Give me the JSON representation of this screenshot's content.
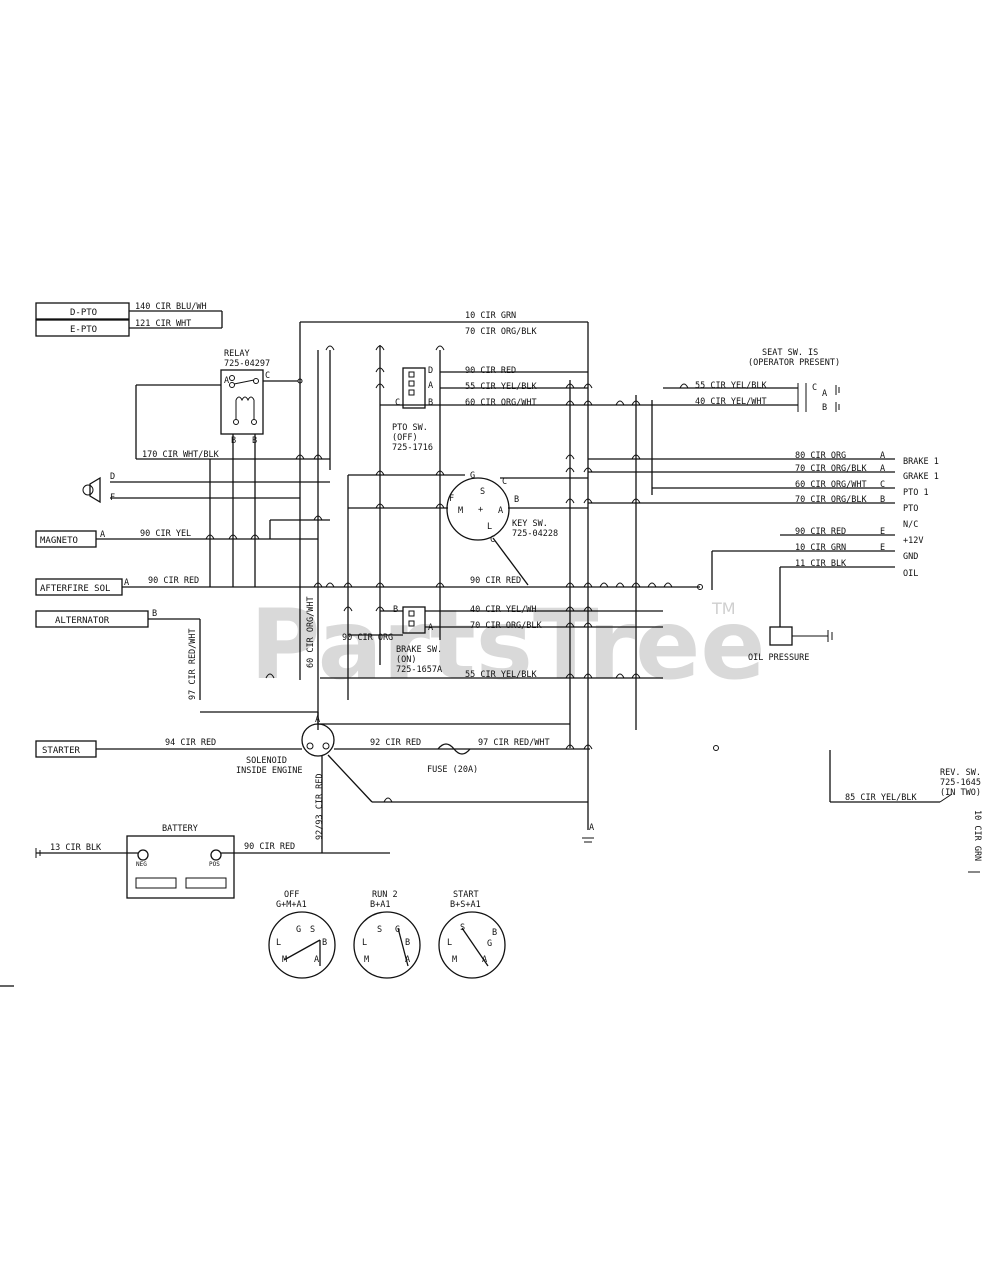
{
  "boxes": {
    "d_pto": "D-PTO",
    "e_pto": "E-PTO",
    "magneto": "MAGNETO",
    "afterfire": "AFTERFIRE SOL",
    "alternator": "ALTERNATOR",
    "starter": "STARTER"
  },
  "relay": {
    "title": "RELAY",
    "part": "725-04297",
    "pins": {
      "a": "A",
      "c": "C",
      "b1": "B",
      "b2": "B"
    }
  },
  "pto_switch": {
    "title": "PTO SW.",
    "sub": "(OFF)",
    "part": "725-1716",
    "pins": {
      "d": "D",
      "a": "A",
      "c": "C",
      "b": "B"
    }
  },
  "brake_switch": {
    "title": "BRAKE SW.",
    "sub": "(ON)",
    "part": "725-1657A",
    "pins": {
      "b": "B",
      "a": "A"
    }
  },
  "key_switch": {
    "title": "KEY SW.",
    "part": "725-04228",
    "pins": {
      "g": "G",
      "s": "S",
      "c": "C",
      "f": "F",
      "m": "M",
      "plus": "+",
      "b": "B",
      "a": "A",
      "l": "L",
      "c2": "C"
    }
  },
  "seat_switch": {
    "title": "SEAT SW. IS",
    "sub": "(OPERATOR PRESENT)",
    "pins": {
      "c": "C",
      "a": "A",
      "b": "B"
    }
  },
  "solenoid": {
    "title": "SOLENOID",
    "sub": "INSIDE ENGINE",
    "pin": "A"
  },
  "fuse": "FUSE (20A)",
  "battery": {
    "title": "BATTERY",
    "neg": "NEG",
    "pos": "POS"
  },
  "oil": "OIL PRESSURE",
  "reverse": {
    "title": "REV. SW.",
    "part": "725-1645",
    "sub": "(IN TWO)"
  },
  "wires": {
    "w140": "140 CIR BLU/WH",
    "w121": "121 CIR WHT",
    "w10grn": "10 CIR GRN",
    "w70ob": "70 CIR ORG/BLK",
    "w90red_top": "90 CIR RED",
    "w55yb_top": "55 CIR YEL/BLK",
    "w60ow": "60 CIR ORG/WHT",
    "w170": "170 CIR WHT/BLK",
    "w55ybseat": "55 CIR YEL/BLK",
    "w40yw_seat": "40 CIR YEL/WHT",
    "w80org": "80 CIR ORG",
    "w70obr": "70 CIR ORG/BLK",
    "w60ow_r": "60 CIR ORG/WHT",
    "w70ob_r2": "70 CIR ORG/BLK",
    "w90yel": "90 CIR YEL",
    "w90red_as": "90 CIR RED",
    "w90red_mid": "90 CIR RED",
    "w90red_r": "90 CIR RED",
    "w10grn_r": "10 CIR GRN",
    "w11blk": "11 CIR BLK",
    "w40yw_mid": "40 CIR YEL/WH",
    "w70ob_mid": "70 CIR ORG/BLK",
    "w90org": "90 CIR ORG",
    "w55yb_mid": "55 CIR YEL/BLK",
    "w60ow_vert": "60 CIR ORG/WHT",
    "w97rw_vert": "97 CIR RED/WHT",
    "w94red": "94 CIR RED",
    "w92red": "92 CIR RED",
    "w97rw": "97 CIR RED/WHT",
    "w92_93red": "92/93 CIR RED",
    "w13blk": "13 CIR BLK",
    "w90red_bat": "90 CIR RED",
    "w85yb": "85 CIR YEL/BLK",
    "w10grn_rev": "10 CIR GRN"
  },
  "connector_letters": {
    "brake_a": "A",
    "grake_a": "A",
    "pto_c": "C",
    "pto_b": "B",
    "nc_e": "E",
    "p12_e": "E",
    "mag_a": "A",
    "as_a": "A",
    "alt_b": "B",
    "d": "D",
    "f": "F",
    "grd_a": "A",
    "sol_a": "A",
    "sw_c": "C",
    "sw_a": "A",
    "sw_b": "B"
  },
  "terminals": {
    "brake": "BRAKE 1",
    "grake": "GRAKE 1",
    "pto1": "PTO 1",
    "pto": "PTO",
    "nc": "N/C",
    "v12": "+12V",
    "gnd": "GND",
    "oil": "OIL"
  },
  "positions": {
    "off": {
      "title": "OFF",
      "sub": "G+M+A1"
    },
    "run": {
      "title": "RUN 2",
      "sub": "B+A1"
    },
    "start": {
      "title": "START",
      "sub": "B+S+A1"
    },
    "letters": {
      "g": "G",
      "s": "S",
      "b": "B",
      "l": "L",
      "m": "M",
      "a": "A"
    }
  },
  "watermark": {
    "text": "PartsTree",
    "tm": "TM"
  }
}
